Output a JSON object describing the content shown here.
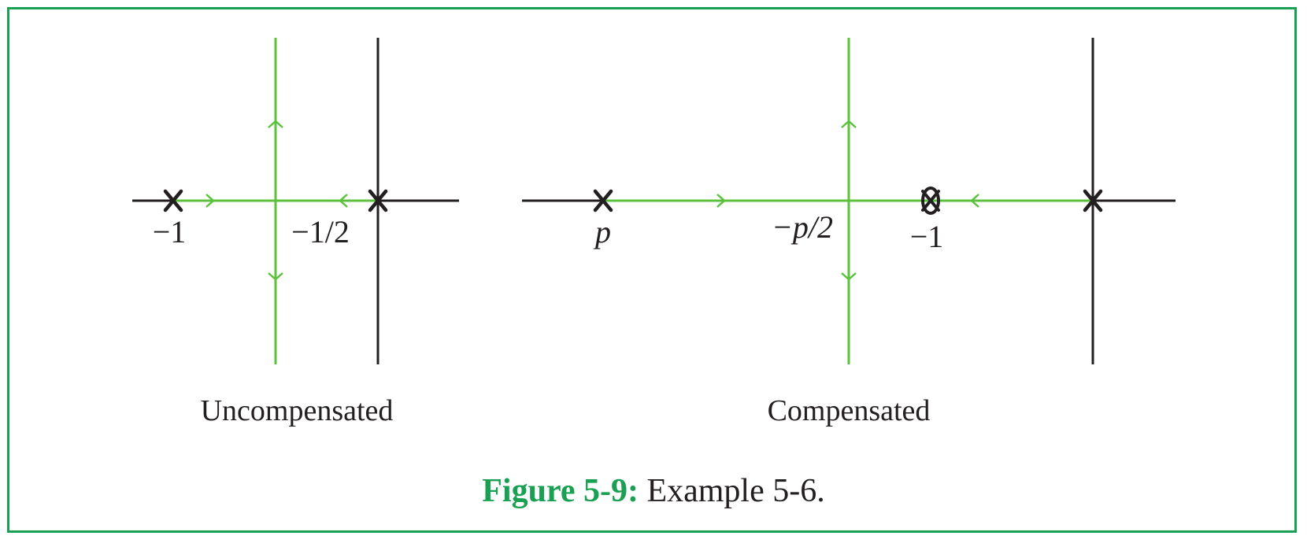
{
  "colors": {
    "border": "#1aa053",
    "locus": "#5cc13c",
    "axis": "#231f20",
    "caption_label": "#1aa053",
    "text": "#231f20"
  },
  "left_plot": {
    "title": "Uncompensated",
    "pole_label": "−1",
    "breakaway_label": "−1/2"
  },
  "right_plot": {
    "title": "Compensated",
    "pole_label": "p",
    "breakaway_label": "−p/2",
    "zero_label": "−1"
  },
  "icons": {
    "pole": "pole-x-icon",
    "zero": "zero-o-icon",
    "arrow": "direction-arrow-icon"
  },
  "caption": {
    "figure_label": "Figure 5-9:",
    "text": " Example 5-6."
  }
}
